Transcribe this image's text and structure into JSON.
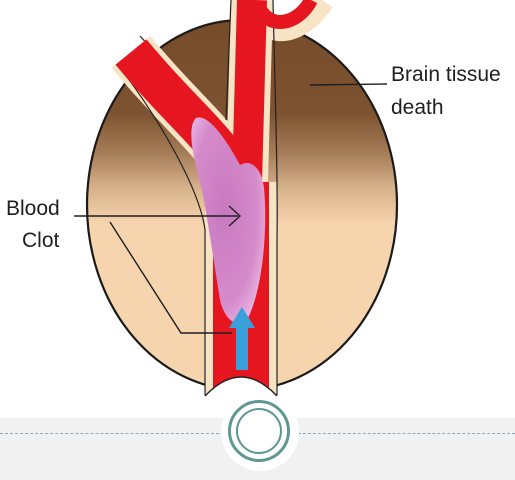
{
  "labels": {
    "tissue_death": {
      "line1": "Brain tissue",
      "line2": "death"
    },
    "blood_clot": {
      "line1": "Blood",
      "line2": "Clot"
    }
  },
  "colors": {
    "healthy_tissue": "#f6d4ad",
    "dead_tissue": "#744a28",
    "vessel_wall": "#f7e4c5",
    "blood": "#e5161f",
    "clot": "#d486c8",
    "flow_arrow": "#3aa0dc",
    "divider": "#8aa7bc",
    "footer_ring": "#5f9892"
  },
  "icons": {
    "flow_arrow": "up-arrow",
    "footer_ornament": "double-ring"
  }
}
